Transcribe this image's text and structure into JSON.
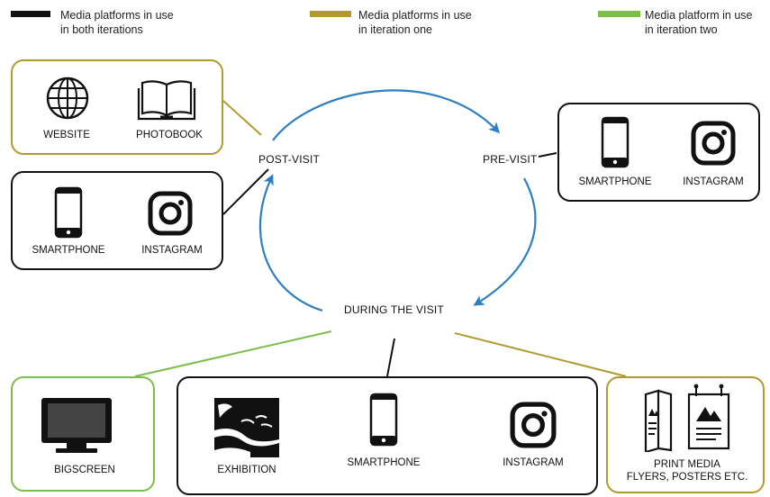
{
  "colors": {
    "both": "#111111",
    "iteration_one": "#b39a2e",
    "iteration_two": "#7bbf4a",
    "arrow": "#2d7fc2"
  },
  "legend": {
    "both": {
      "line1": "Media platforms in use",
      "line2": "in both iterations"
    },
    "iteration_one": {
      "line1": "Media platforms in use",
      "line2": "in iteration one"
    },
    "iteration_two": {
      "line1": "Media platform in use",
      "line2": "in iteration two"
    }
  },
  "stages": {
    "post_visit": "POST-VISIT",
    "pre_visit": "PRE-VISIT",
    "during_visit": "DURING THE VISIT"
  },
  "boxes": {
    "post_iter1": {
      "items": [
        "WEBSITE",
        "PHOTOBOOK"
      ],
      "icons": [
        "globe-icon",
        "photobook-icon"
      ]
    },
    "post_both": {
      "items": [
        "SMARTPHONE",
        "INSTAGRAM"
      ],
      "icons": [
        "smartphone-icon",
        "instagram-icon"
      ]
    },
    "pre_both": {
      "items": [
        "SMARTPHONE",
        "INSTAGRAM"
      ],
      "icons": [
        "smartphone-icon",
        "instagram-icon"
      ]
    },
    "during_iter2": {
      "items": [
        "BIGSCREEN"
      ],
      "icons": [
        "monitor-icon"
      ]
    },
    "during_both": {
      "items": [
        "EXHIBITION",
        "SMARTPHONE",
        "INSTAGRAM"
      ],
      "icons": [
        "exhibition-image-icon",
        "smartphone-icon",
        "instagram-icon"
      ]
    },
    "during_iter1": {
      "line1": "PRINT MEDIA",
      "line2": "FLYERS, POSTERS ETC.",
      "icons": [
        "flyer-icon",
        "poster-icon"
      ]
    }
  }
}
